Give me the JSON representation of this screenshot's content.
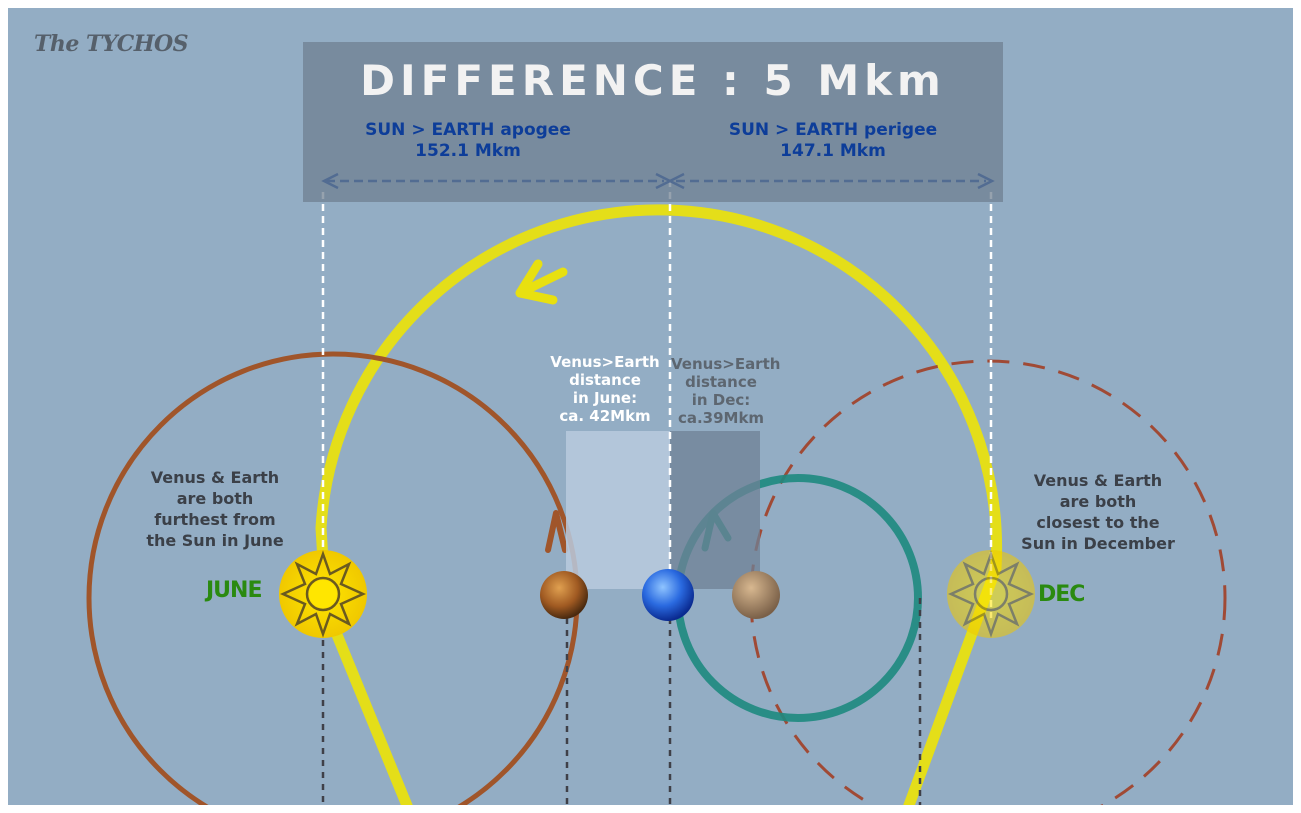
{
  "brand": "The TYCHOS",
  "header": {
    "title": "DIFFERENCE : 5 Mkm",
    "apogee": {
      "label": "SUN > EARTH apogee",
      "value": "152.1 Mkm"
    },
    "perigee": {
      "label": "SUN > EARTH perigee",
      "value": "147.1 Mkm"
    }
  },
  "notes": {
    "june": [
      "Venus & Earth",
      "are both",
      "furthest from",
      "the Sun in June"
    ],
    "december": [
      "Venus & Earth",
      "are both",
      "closest to the",
      "Sun in December"
    ],
    "venus_june": [
      "Venus>Earth",
      "distance",
      "in June:",
      "ca. 42Mkm"
    ],
    "venus_dec": [
      "Venus>Earth",
      "distance",
      "in Dec:",
      "ca.39Mkm"
    ]
  },
  "months": {
    "june": "JUNE",
    "december": "DEC"
  },
  "colors": {
    "background": "#93adc4",
    "sun_orbit": "#e8e010",
    "venus_orbit_june": "#a0552a",
    "venus_orbit_dec": "#a04a35",
    "mars_orbit": "#1e8a80",
    "distance_arrow": "#0d3d99",
    "month_label": "#2a8a10"
  },
  "icons": [
    "sun-icon",
    "venus-icon",
    "earth-icon",
    "mercury-icon"
  ]
}
